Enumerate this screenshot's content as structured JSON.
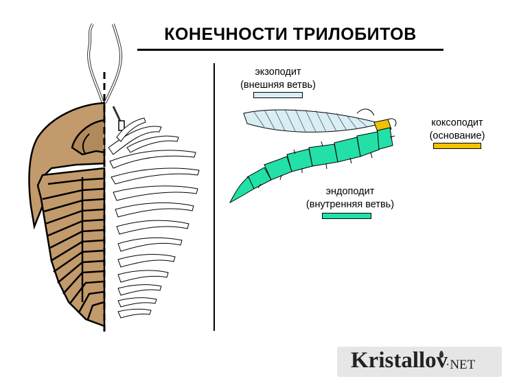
{
  "title": "КОНЕЧНОСТИ ТРИЛОБИТОВ",
  "labels": {
    "exopodite": [
      "экзоподит",
      "(внешняя ветвь)"
    ],
    "coxopodite": [
      "коксоподит",
      "(основание)"
    ],
    "endopodite": [
      "эндоподит",
      "(внутренняя ветвь)"
    ]
  },
  "colors": {
    "exopodite": "#d8eef4",
    "coxopodite": "#f2c200",
    "endopodite": "#22e0a8",
    "body": "#c29a6b"
  },
  "logo": {
    "main": "Kristallov",
    "suffix": "NET"
  }
}
